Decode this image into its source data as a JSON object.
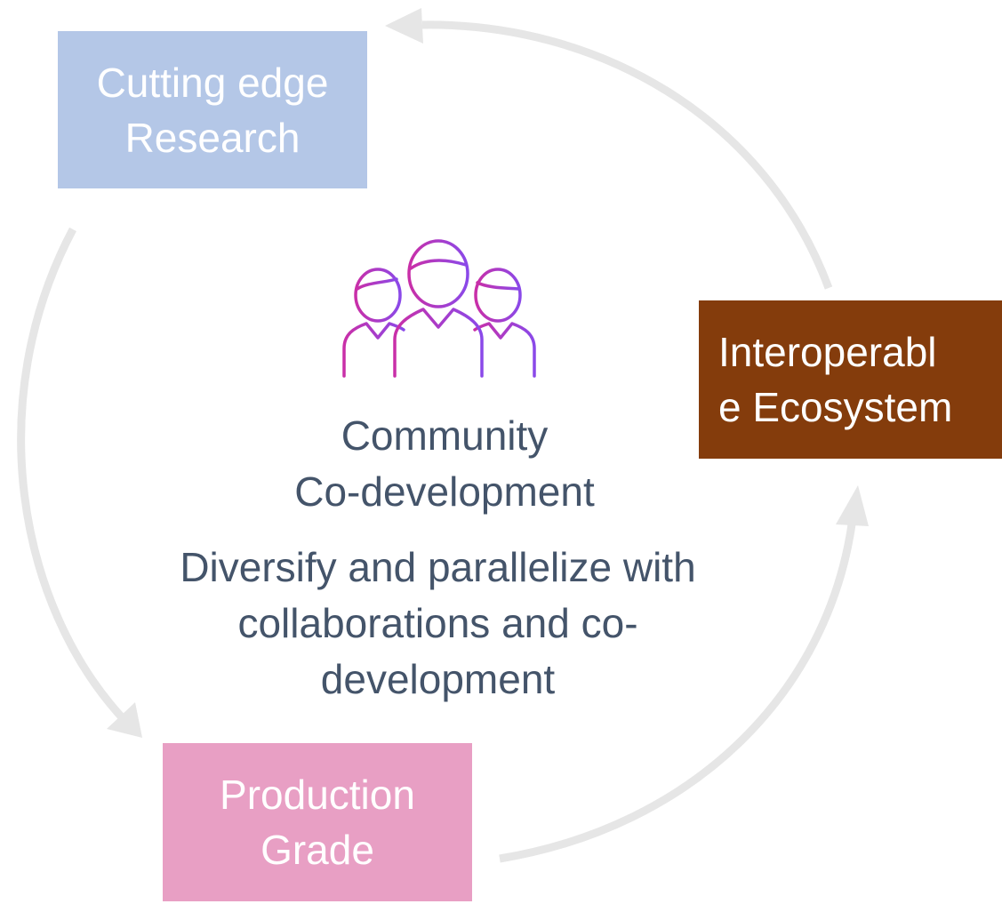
{
  "center": {
    "title": [
      "Community",
      "Co-development"
    ],
    "description": [
      "Diversify and parallelize with",
      "collaborations and co-",
      "development"
    ],
    "icon": "people-group-icon"
  },
  "nodes": [
    {
      "id": "research",
      "lines": [
        "Cutting edge",
        "Research"
      ],
      "color": "#b4c7e7"
    },
    {
      "id": "ecosystem",
      "lines": [
        "Interoperabl",
        "e Ecosystem"
      ],
      "color": "#843c0c"
    },
    {
      "id": "production",
      "lines": [
        "Production",
        "Grade"
      ],
      "color": "#e89fc4"
    }
  ],
  "colors": {
    "arrow": "#e6e6e6",
    "text": "#44546a",
    "icon_gradient": [
      "#c92fa8",
      "#8a49e9"
    ]
  },
  "cycle_direction": "research -> production -> ecosystem -> research"
}
